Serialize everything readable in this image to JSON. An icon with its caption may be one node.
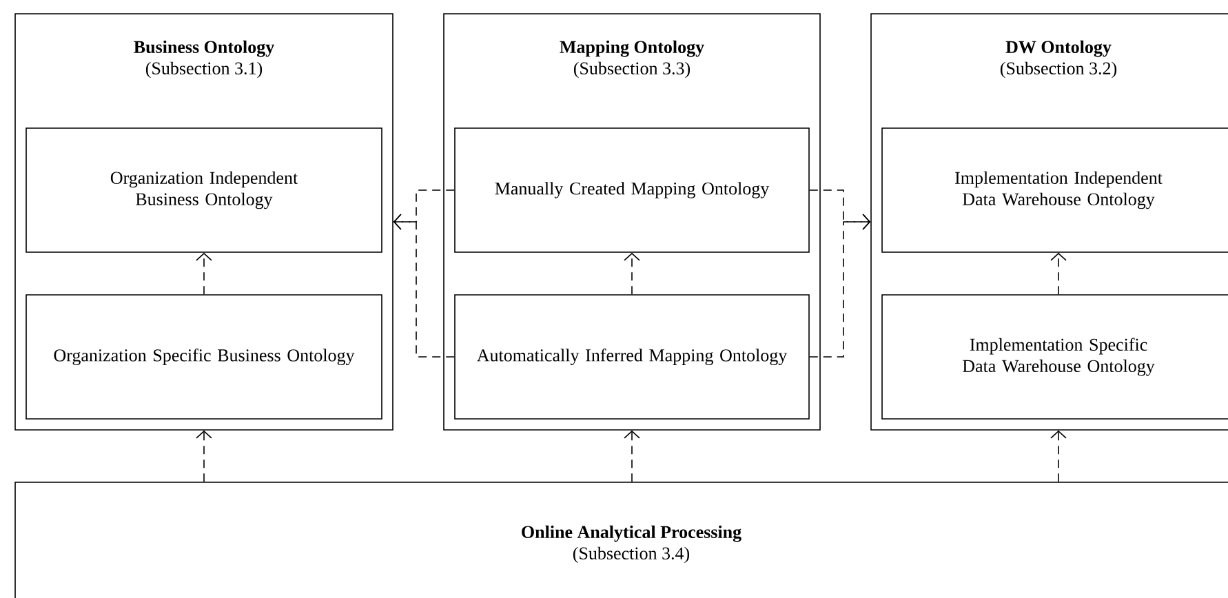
{
  "diagram": {
    "nodes": [
      {
        "text": [
          "Business Ontology",
          "(Subsection 3.1)"
        ]
      },
      {
        "text": [
          "Organization Independent Business Ontology"
        ],
        "in": 0
      },
      {
        "text": [
          "Organization Specific Business Ontology"
        ],
        "in": 0
      },
      {
        "text": [
          "Mapping Ontology",
          "(Subsection 3.3)"
        ]
      },
      {
        "text": [
          "Manually Created Mapping Ontology"
        ],
        "in": 3
      },
      {
        "text": [
          "Automatically Inferred Mapping Ontology"
        ],
        "in": 3
      },
      {
        "text": [
          "DW Ontology",
          "(Subsection 3.2)"
        ]
      },
      {
        "text": [
          "Implementation Independent Data Warehouse Ontology"
        ],
        "in": 6
      },
      {
        "text": [
          "Implementation Specific Data Warehouse Ontology"
        ],
        "in": 6
      },
      {
        "text": [
          "Online Analytical Processing",
          "(Subsection 3.4)"
        ]
      }
    ],
    "edges": [
      {
        "from": 2,
        "to": 1,
        "arrow": "to",
        "style": "dashed"
      },
      {
        "from": 5,
        "to": 4,
        "arrow": "to",
        "style": "dashed"
      },
      {
        "from": 8,
        "to": 7,
        "arrow": "to",
        "style": "dashed"
      },
      {
        "from": 4,
        "to": 0,
        "arrow": "to",
        "style": "dashed"
      },
      {
        "from": 5,
        "to": 0,
        "arrow": "to",
        "style": "dashed"
      },
      {
        "from": 4,
        "to": 6,
        "arrow": "to",
        "style": "dashed"
      },
      {
        "from": 5,
        "to": 6,
        "arrow": "to",
        "style": "dashed"
      },
      {
        "from": 9,
        "to": 0,
        "arrow": "to",
        "style": "dashed"
      },
      {
        "from": 9,
        "to": 3,
        "arrow": "to",
        "style": "dashed"
      },
      {
        "from": 9,
        "to": 6,
        "arrow": "to",
        "style": "dashed"
      }
    ]
  }
}
